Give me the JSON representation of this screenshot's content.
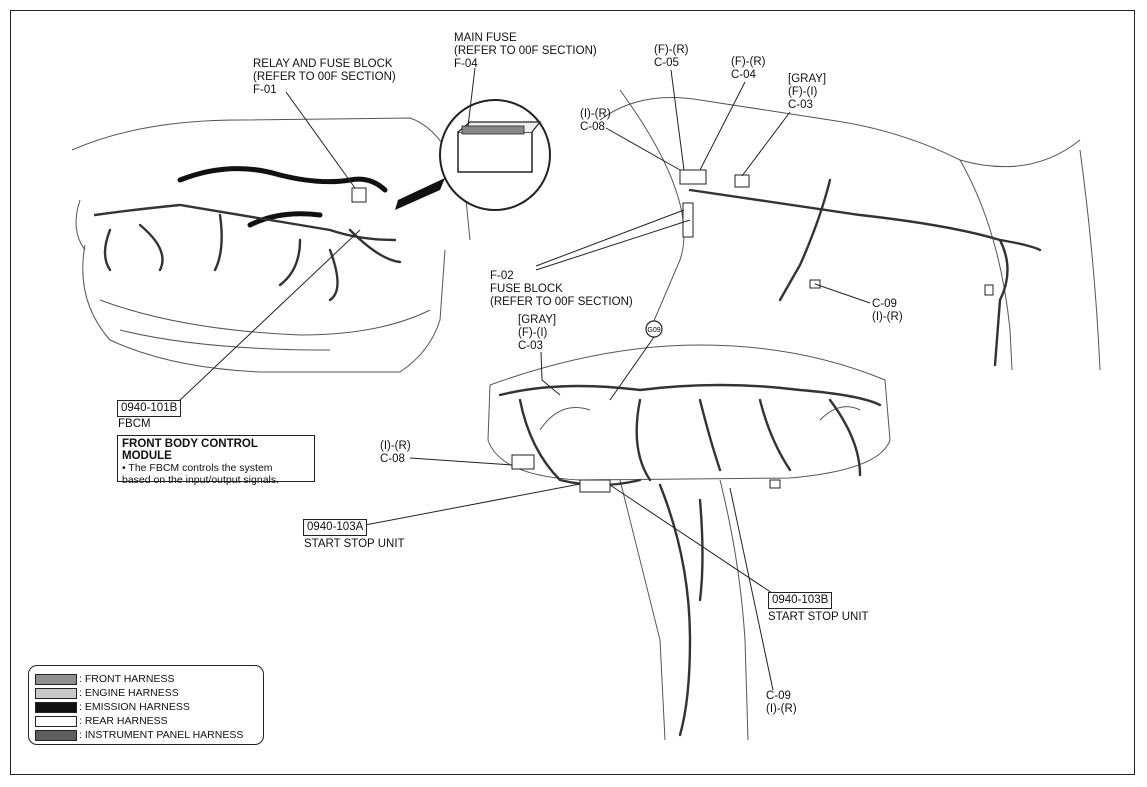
{
  "labels": {
    "relay_fuse_block": [
      "RELAY AND FUSE BLOCK",
      "(REFER TO 00F SECTION)",
      "F-01"
    ],
    "main_fuse": [
      "MAIN FUSE",
      "(REFER TO 00F SECTION)",
      "F-04"
    ],
    "c05": [
      "(F)-(R)",
      "C-05"
    ],
    "c04": [
      "(F)-(R)",
      "C-04"
    ],
    "c03_top": [
      "[GRAY]",
      "(F)-(I)",
      "C-03"
    ],
    "c08_top": [
      "(I)-(R)",
      "C-08"
    ],
    "fuse_block": [
      "F-02",
      "FUSE BLOCK",
      "(REFER TO 00F SECTION)"
    ],
    "c09_top": [
      "C-09",
      "(I)-(R)"
    ],
    "c03_mid": [
      "[GRAY]",
      "(F)-(I)",
      "C-03"
    ],
    "g09": "G09",
    "c08_mid": [
      "(I)-(R)",
      "C-08"
    ],
    "c09_bottom": [
      "C-09",
      "(I)-(R)"
    ]
  },
  "callouts": {
    "fbcm": {
      "code": "0940-101B",
      "name": "FBCM"
    },
    "start_stop_a": {
      "code": "0940-103A",
      "name": "START STOP UNIT"
    },
    "start_stop_b": {
      "code": "0940-103B",
      "name": "START STOP UNIT"
    }
  },
  "note": {
    "title": "FRONT BODY CONTROL MODULE",
    "lines": [
      "• The FBCM controls the system",
      "based on the input/output signals."
    ]
  },
  "legend": [
    {
      "label": ": FRONT HARNESS",
      "color": "#8f8f8f"
    },
    {
      "label": ": ENGINE HARNESS",
      "color": "#c8c8c8"
    },
    {
      "label": ": EMISSION HARNESS",
      "color": "#111111"
    },
    {
      "label": ": REAR HARNESS",
      "color": "#ffffff"
    },
    {
      "label": ": INSTRUMENT PANEL HARNESS",
      "color": "#5e5e5e"
    }
  ]
}
